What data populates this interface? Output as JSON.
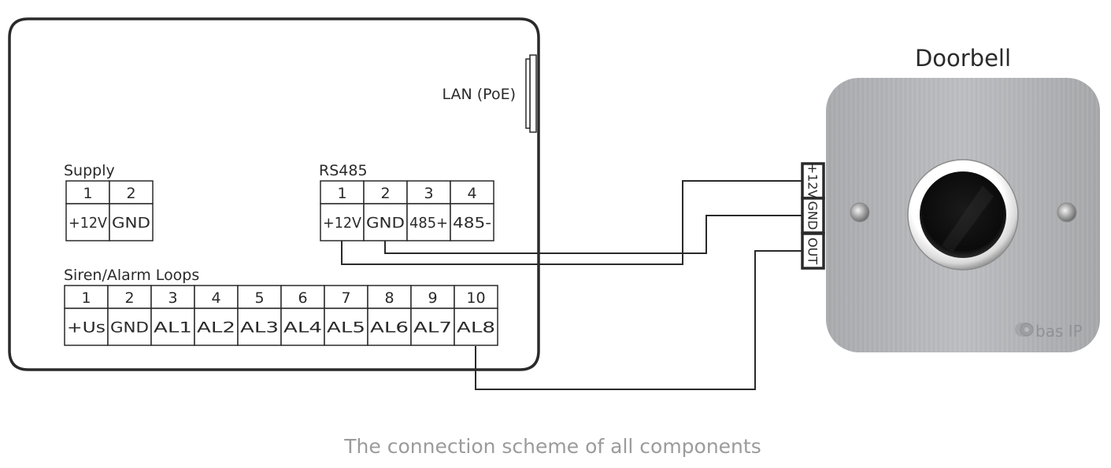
{
  "controller": {
    "lan_label": "LAN (PoE)",
    "supply": {
      "title": "Supply",
      "pins": [
        {
          "num": "1",
          "name": "+12V"
        },
        {
          "num": "2",
          "name": "GND"
        }
      ]
    },
    "rs485": {
      "title": "RS485",
      "pins": [
        {
          "num": "1",
          "name": "+12V"
        },
        {
          "num": "2",
          "name": "GND"
        },
        {
          "num": "3",
          "name": "485+"
        },
        {
          "num": "4",
          "name": "485-"
        }
      ]
    },
    "alarm": {
      "title": "Siren/Alarm Loops",
      "pins": [
        {
          "num": "1",
          "name": "+Us"
        },
        {
          "num": "2",
          "name": "GND"
        },
        {
          "num": "3",
          "name": "AL1"
        },
        {
          "num": "4",
          "name": "AL2"
        },
        {
          "num": "5",
          "name": "AL3"
        },
        {
          "num": "6",
          "name": "AL4"
        },
        {
          "num": "7",
          "name": "AL5"
        },
        {
          "num": "8",
          "name": "AL6"
        },
        {
          "num": "9",
          "name": "AL7"
        },
        {
          "num": "10",
          "name": "AL8"
        }
      ]
    }
  },
  "doorbell": {
    "title": "Doorbell",
    "brand": "bas IP",
    "terminals": [
      "+12V",
      "GND",
      "OUT"
    ]
  },
  "connections": [
    {
      "from": "RS485 +12V",
      "to": "Doorbell +12V"
    },
    {
      "from": "RS485 GND",
      "to": "Doorbell GND"
    },
    {
      "from": "Siren/Alarm Loops AL8",
      "to": "Doorbell OUT"
    }
  ],
  "caption": "The connection scheme of all components",
  "colors": {
    "line": "#2a2a2a",
    "caption": "#9b9b9b",
    "plate": "#b4b6b9",
    "button": "#111111"
  }
}
